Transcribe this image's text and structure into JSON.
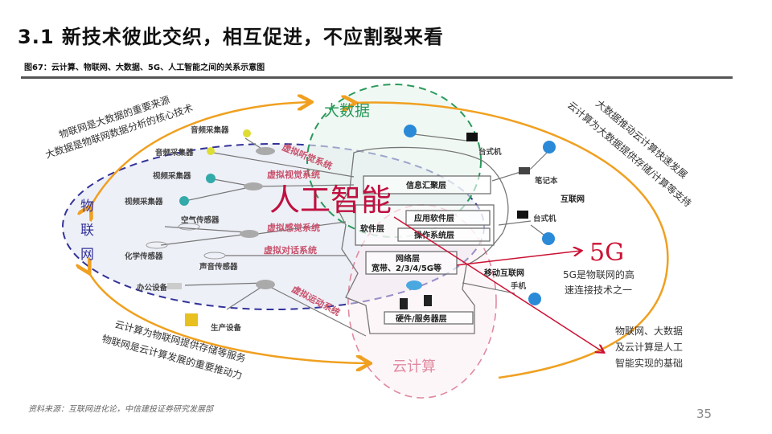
{
  "title": "3.1  新技术彼此交织，相互促进，不应割裂来看",
  "caption": "图67：云计算、物联网、大数据、5G、人工智能之间的关系示意图",
  "source": "资料来源：互联网进化论，中信建投证券研究发展部",
  "page_number": "35",
  "diagram": {
    "circles": {
      "iot": [
        "物",
        "联",
        "网"
      ],
      "big_data": "大数据",
      "cloud": "云计算",
      "ai": "人工智能",
      "fiveg": "5G"
    },
    "notes": {
      "iot_bigdata_1": "物联网是大数据的重要来源",
      "iot_bigdata_2": "大数据是物联网数据分析的核心技术",
      "bigdata_cloud_1": "大数据推动云计算快速发展",
      "bigdata_cloud_2": "云计算为大数据提供存储/计算等支持",
      "cloud_iot_1": "云计算为物联网提供存储等服务",
      "cloud_iot_2": "物联网是云计算发展的重要推动力",
      "fiveg_1": "5G是物联网的高",
      "fiveg_2": "速连接技术之一",
      "base_1": "物联网、大数据",
      "base_2": "及云计算是人工",
      "base_3": "智能实现的基础"
    },
    "devices": [
      "音频采集器",
      "音频采集器",
      "视频采集器",
      "视频采集器",
      "空气传感器",
      "化学传感器",
      "声音传感器",
      "办公设备",
      "生产设备"
    ],
    "systems": [
      "虚拟听觉系统",
      "虚拟视觉系统",
      "虚拟感觉系统",
      "虚拟对话系统",
      "虚拟运动系统"
    ],
    "layers": {
      "info": "信息汇聚层",
      "software": "软件层",
      "app": "应用软件层",
      "os": "操作系统层",
      "net": "网络层",
      "net_sub": "宽带、2/3/4/5G等",
      "hw": "硬件/服务器层"
    },
    "network": {
      "desktop1": "台式机",
      "laptop": "笔记本",
      "internet": "互联网",
      "desktop2": "台式机",
      "mobile": "移动互联网",
      "phone": "手机"
    }
  },
  "colors": {
    "orange": "#f0a020",
    "blue": "#333399",
    "green": "#2a9a5a",
    "pink": "#e08aa0",
    "red": "#cc1133",
    "title_rule": "#555555"
  }
}
